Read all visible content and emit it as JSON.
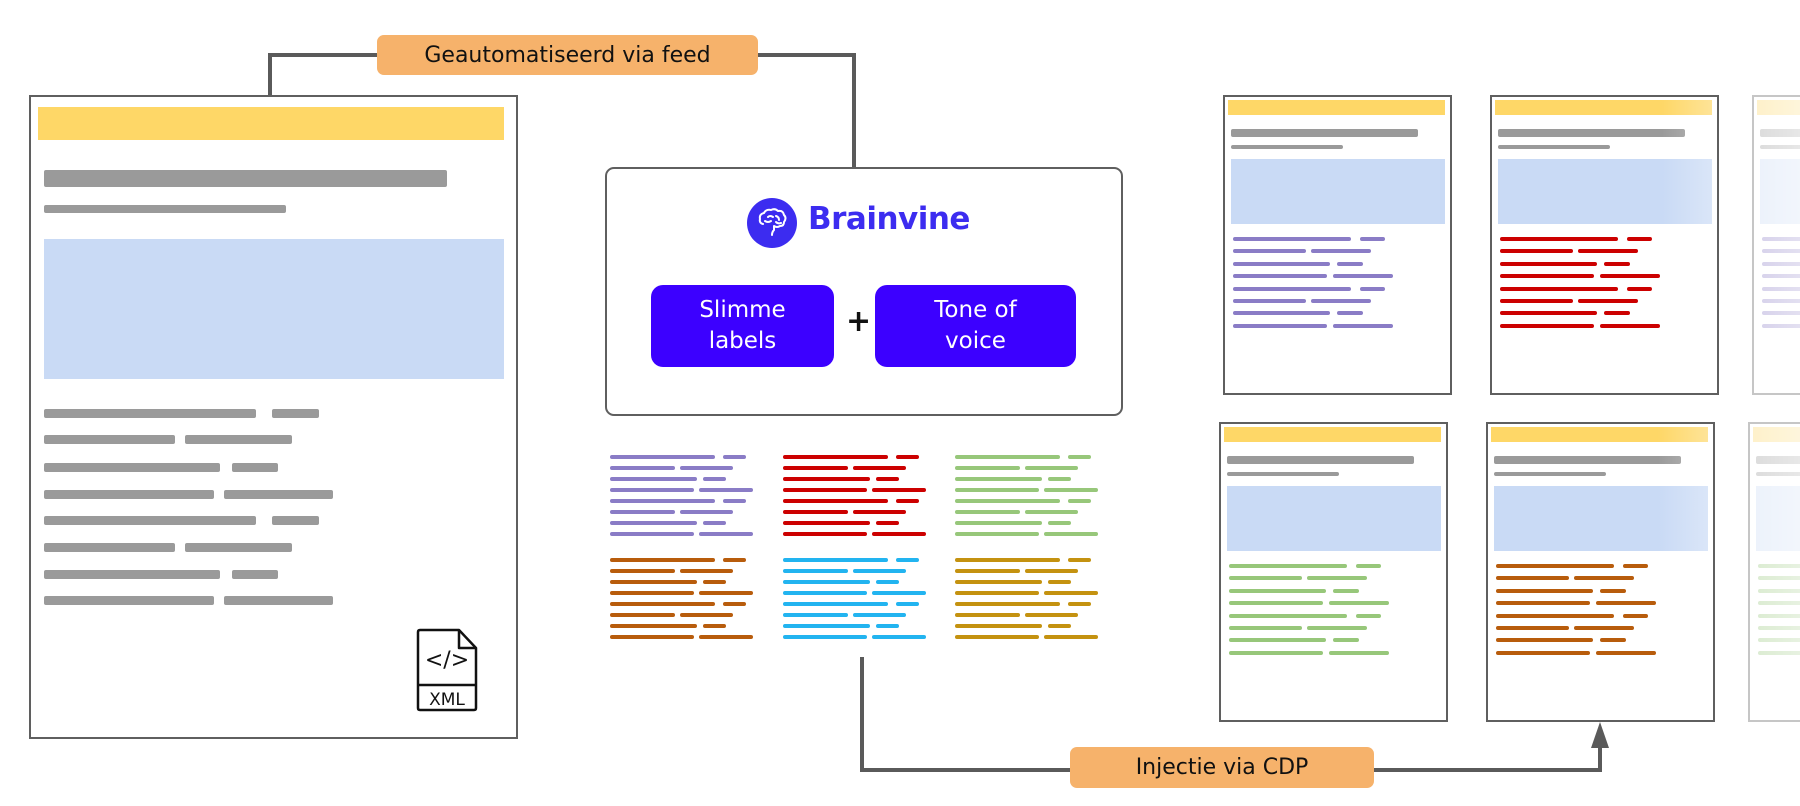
{
  "labels": {
    "feed": "Geautomatiseerd via feed",
    "cdp": "Injectie via CDP"
  },
  "brainvine": {
    "brand_name": "Brainvine",
    "logo_icon": "brain-icon",
    "pills": [
      {
        "label": "Slimme\nlabels"
      },
      {
        "label": "Tone of\nvoice"
      }
    ],
    "plus": "+"
  },
  "source_document": {
    "file_icon": "xml-file-icon",
    "file_type": "XML",
    "code_glyph": "</>"
  },
  "colors": {
    "connector": "#5a5a5a",
    "label_bg": "#f6b26b",
    "brand": "#3c2cf0",
    "pill_bg": "#3c00ff",
    "header_yellow": "#fed767",
    "image_blue": "#c9daf5",
    "text_gray": "#9a9a9a"
  },
  "snippet_variants": [
    {
      "name": "purple",
      "color": "#8a7cc6"
    },
    {
      "name": "red",
      "color": "#cc0000"
    },
    {
      "name": "green",
      "color": "#97c77a"
    },
    {
      "name": "brown",
      "color": "#b85c0c"
    },
    {
      "name": "blue",
      "color": "#22b4f0"
    },
    {
      "name": "gold",
      "color": "#c49210"
    }
  ],
  "output_documents": [
    {
      "variant": "purple",
      "faded": false
    },
    {
      "variant": "red",
      "faded": false
    },
    {
      "variant": "purple",
      "faded": true
    },
    {
      "variant": "green",
      "faded": false
    },
    {
      "variant": "brown",
      "faded": false
    },
    {
      "variant": "green",
      "faded": true
    }
  ]
}
